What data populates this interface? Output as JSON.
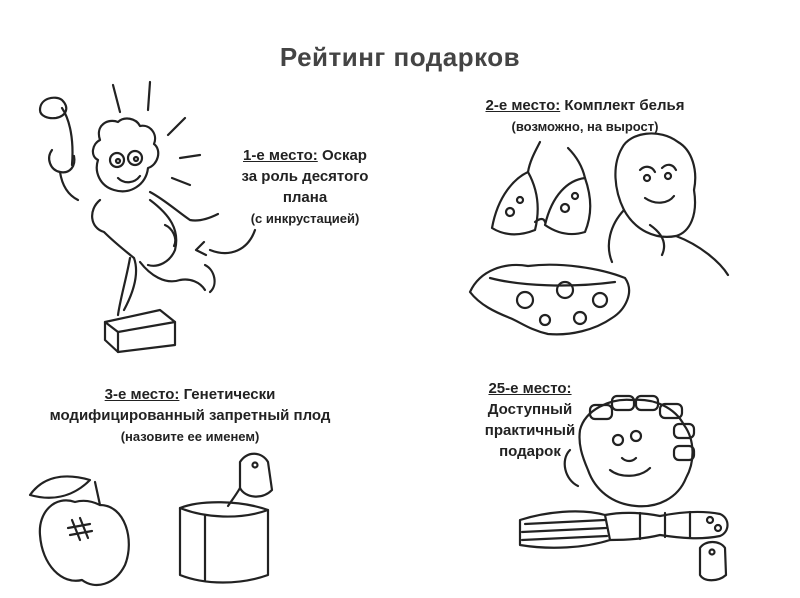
{
  "title": "Рейтинг подарков",
  "awards": [
    {
      "place": "1-е место:",
      "lines": [
        "Оскар",
        "за роль десятого",
        "плана",
        "(с инкрустацией)"
      ]
    },
    {
      "place": "2-е место:",
      "lines": [
        "Комплект белья",
        "(возможно, на вырост)"
      ]
    },
    {
      "place": "3-е место:",
      "lines": [
        "Генетически",
        "модифицированный запретный плод",
        "(назовите ее именем)"
      ]
    },
    {
      "place": "25-е место:",
      "lines": [
        "Доступный",
        "практичный",
        "подарок"
      ]
    }
  ]
}
